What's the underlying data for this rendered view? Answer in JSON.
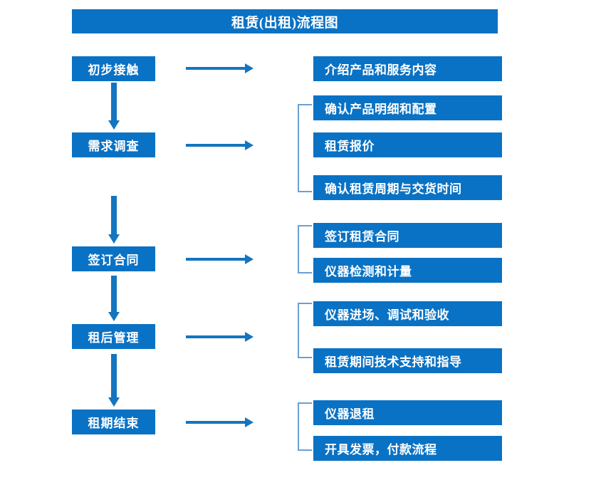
{
  "title": "租赁(出租)流程图",
  "colors": {
    "box_fill": "#0a72c4",
    "box_text": "#ffffff",
    "arrow": "#1375c0",
    "bracket": "#6b9fd4",
    "background": "#ffffff"
  },
  "stages": [
    {
      "label": "初步接触"
    },
    {
      "label": "需求调查"
    },
    {
      "label": "签订合同"
    },
    {
      "label": "租后管理"
    },
    {
      "label": "租期结束"
    }
  ],
  "groups": [
    {
      "stage": "初步接触",
      "has_bracket": false,
      "details": [
        {
          "label": "介绍产品和服务内容"
        }
      ]
    },
    {
      "stage": "需求调查",
      "has_bracket": true,
      "details": [
        {
          "label": "确认产品明细和配置"
        },
        {
          "label": "租赁报价"
        },
        {
          "label": "确认租赁周期与交货时间"
        }
      ]
    },
    {
      "stage": "签订合同",
      "has_bracket": true,
      "details": [
        {
          "label": "签订租赁合同"
        },
        {
          "label": "仪器检测和计量"
        }
      ]
    },
    {
      "stage": "租后管理",
      "has_bracket": true,
      "details": [
        {
          "label": "仪器进场、调试和验收"
        },
        {
          "label": "租赁期间技术支持和指导"
        }
      ]
    },
    {
      "stage": "租期结束",
      "has_bracket": true,
      "details": [
        {
          "label": "仪器退租"
        },
        {
          "label": "开具发票，付款流程"
        }
      ]
    }
  ],
  "connectors": {
    "horizontal_arrow_name": "right-arrow-icon",
    "vertical_arrow_name": "down-arrow-icon",
    "bracket_name": "group-bracket"
  }
}
